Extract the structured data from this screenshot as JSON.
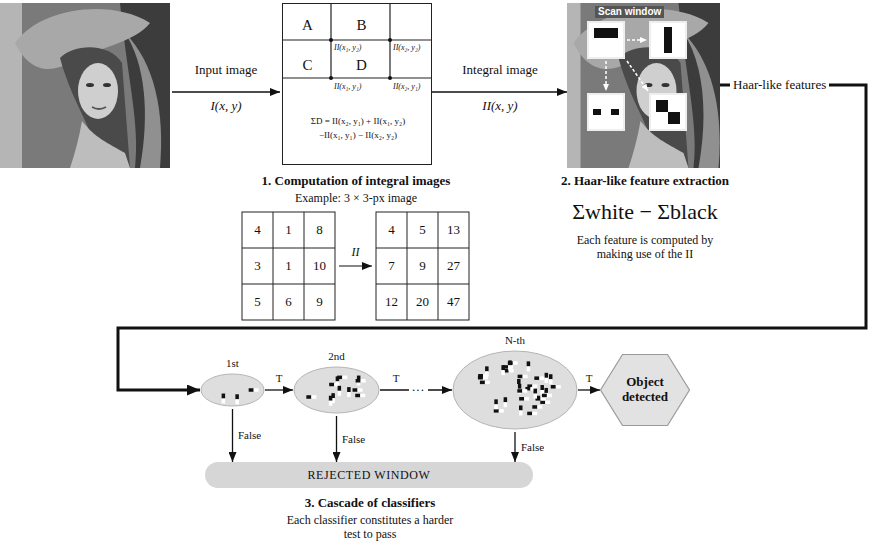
{
  "diagram": {
    "nodes": [
      {
        "text": [
          "A",
          "B",
          "C",
          "D",
          "II(x₁, y₂)",
          "II(x₂, y₂)",
          "II(x₁, y₁)",
          "II(x₂, y₁)",
          "ΣD = II(x₂, y₁) + II(x₁, y₂) −II(x₁, y₁) − II(x₂, y₂)"
        ]
      },
      {
        "text": [
          "Scan window"
        ]
      },
      {
        "text": [
          "1st"
        ]
      },
      {
        "text": [
          "2nd"
        ]
      },
      {
        "text": [
          "N-th"
        ]
      },
      {
        "text": [
          "Object detected"
        ]
      },
      {
        "text": [
          "REJECTED WINDOW"
        ]
      }
    ],
    "edges": [
      {
        "from": 0,
        "to": 1,
        "arrow": "to",
        "label": "Integral image"
      },
      {
        "from": 1,
        "to": 2,
        "arrow": "to",
        "label": "Haar-like features"
      },
      {
        "from": 2,
        "to": 3,
        "arrow": "to",
        "label": "T"
      },
      {
        "from": 3,
        "to": 4,
        "arrow": "to",
        "label": "T"
      },
      {
        "from": 4,
        "to": 5,
        "arrow": "to",
        "label": "T"
      },
      {
        "from": 2,
        "to": 6,
        "arrow": "to",
        "label": "False"
      },
      {
        "from": 3,
        "to": 6,
        "arrow": "to",
        "label": "False"
      },
      {
        "from": 4,
        "to": 6,
        "arrow": "to",
        "label": "False"
      }
    ],
    "labels": [
      "Input image",
      "I(x, y)",
      "II(x, y)",
      "1. Computation of integral images",
      "Example: 3 × 3-px image",
      "4",
      "1",
      "8",
      "3",
      "1",
      "10",
      "5",
      "6",
      "9",
      "II",
      "4",
      "5",
      "13",
      "7",
      "9",
      "27",
      "12",
      "20",
      "47",
      "2. Haar-like feature extraction",
      "Σwhite − Σblack",
      "Each feature is computed by making use of the II",
      "···",
      "3. Cascade of classifiers",
      "Each classifier constitutes a harder test to pass"
    ]
  }
}
